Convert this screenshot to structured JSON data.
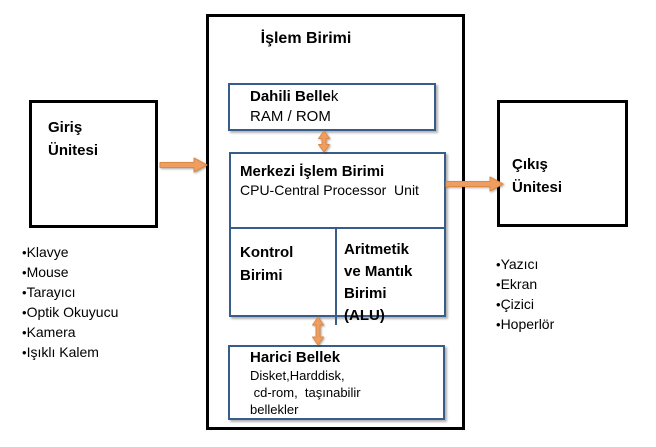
{
  "colors": {
    "background": "#FFFFFF",
    "black_border": "#000000",
    "blue_border": "#385D8A",
    "arrow_fill": "#F09D61",
    "arrow_stroke": "#DD8A45",
    "text": "#000000"
  },
  "processing_unit": {
    "title": "İşlem Birimi"
  },
  "internal_memory": {
    "title_bold": "Dahili Belle",
    "title_tail": "k",
    "subtitle": "RAM / ROM"
  },
  "cpu": {
    "title": "Merkezi İşlem Birimi",
    "subtitle": "CPU-Central Processor  Unit",
    "control_unit": {
      "line1": "Kontrol",
      "line2": "Birimi"
    },
    "alu": {
      "line1": "Aritmetik",
      "line2": "ve Mantık",
      "line3": "Birimi",
      "line4": "(ALU)"
    }
  },
  "external_memory": {
    "title": "Harici Bellek",
    "line1": "Disket,Harddisk,",
    "line2": " cd-rom,  taşınabilir",
    "line3": "bellekler"
  },
  "input_unit": {
    "line1": "Giriş",
    "line2": "Ünitesi"
  },
  "output_unit": {
    "line1": "Çıkış",
    "line2": "Ünitesi"
  },
  "input_devices": {
    "bullet": "•",
    "items": [
      "Klavye",
      "Mouse",
      "Tarayıcı",
      "Optik Okuyucu",
      "Kamera",
      "Işıklı Kalem"
    ]
  },
  "output_devices": {
    "bullet": "•",
    "items": [
      "Yazıcı",
      "Ekran",
      "Çizici",
      "Hoperlör"
    ]
  }
}
